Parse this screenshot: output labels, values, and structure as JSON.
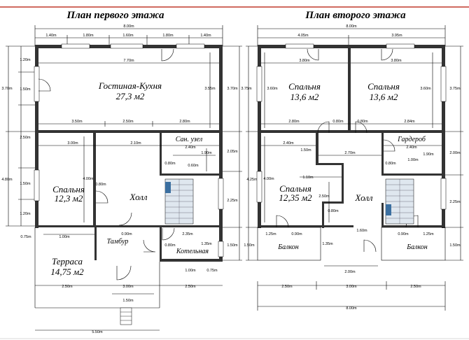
{
  "titles": {
    "first": "План первого этажа",
    "second": "План второго этажа"
  },
  "rooms_first": {
    "living": "Гостиная-Кухня",
    "living_area": "27,3 м2",
    "bedroom": "Спальня",
    "bedroom_area": "12,3 м2",
    "bath": "Сан. узел",
    "hall": "Холл",
    "vestibule": "Тамбур",
    "boiler": "Котельная",
    "terrace": "Терраса",
    "terrace_area": "14,75 м2"
  },
  "rooms_second": {
    "bed_left": "Спальня",
    "bed_left_area": "13,6 м2",
    "bed_right": "Спальня",
    "bed_right_area": "13,6 м2",
    "wardrobe": "Гардероб",
    "bed_small": "Спальня",
    "bed_small_area": "12,35 м2",
    "hall": "Холл",
    "balcony_left": "Балкон",
    "balcony_right": "Балкон"
  },
  "dims_first": {
    "top_total": "8.00m",
    "top_s1": "1.40m",
    "top_s2": "1.80m",
    "top_s3": "1.60m",
    "top_s4": "1.80m",
    "top_s5": "1.40m",
    "inner_770": "7.70m",
    "row_350": "3.50m",
    "row_250": "2.50m",
    "row_280": "2.80m",
    "bed_w": "3.00m",
    "hall_w": "2.10m",
    "bath_w": "2.40m",
    "bath_h": "1.90m",
    "bath_d1": "0.80m",
    "bath_d2": "0.60m",
    "bed_h": "4.00m",
    "bed_d": "0.80m",
    "vest_d": "0.90m",
    "boil_w": "2.35m",
    "boil_d": "0.80m",
    "boil_h": "1.35m",
    "boil_b1": "1.00m",
    "boil_b2": "0.75m",
    "terr_w1": "2.50m",
    "terr_w2": "3.00m",
    "terr_w3": "2.50m",
    "terr_door": "1.00m",
    "terr_step": "1.50m",
    "terr_side": "0.75m",
    "bottom_total": "5.50m",
    "left_120a": "1.20m",
    "left_150a": "1.50m",
    "left_370": "3.70m",
    "left_250": "2.50m",
    "left_480": "4.80m",
    "left_150b": "1.50m",
    "left_120b": "1.20m",
    "right_370": "3.70m",
    "right_355": "3.55m",
    "right_205": "2.05m",
    "right_225": "2.25m",
    "right_150": "1.50m"
  },
  "dims_second": {
    "top_total": "8.00m",
    "top_s1": "4.05m",
    "top_s2": "3.95m",
    "left_380": "3.80m",
    "right_380": "3.80m",
    "left_360": "3.60m",
    "right_360": "3.60m",
    "row_280a": "2.80m",
    "row_080a": "0.80m",
    "row_080b": "0.80m",
    "row_280b": "2.84m",
    "bed_w": "2.40m",
    "bed_d1": "1.50m",
    "hall_w": "2.70m",
    "ward_w": "2.40m",
    "ward_h": "1.90m",
    "ward_d": "1.00m",
    "ward_d2": "0.80m",
    "hall_d": "1.10m",
    "hall_h": "2.50m",
    "hall_d2": "0.80m",
    "bed_h": "4.00m",
    "hall_b": "1.60m",
    "balc_l1": "1.25m",
    "balc_l2": "0.90m",
    "balc_c": "1.35m",
    "balc_r1": "0.90m",
    "balc_r2": "1.25m",
    "door_w": "2.00m",
    "bot_1": "2.50m",
    "bot_2": "3.00m",
    "bot_3": "2.50m",
    "bottom_total": "8.00m",
    "left_375": "3.75m",
    "left_425": "4.25m",
    "left_150": "1.50m",
    "right_375": "3.75m",
    "right_200": "2.00m",
    "right_225": "2.25m",
    "right_150": "1.50m"
  }
}
